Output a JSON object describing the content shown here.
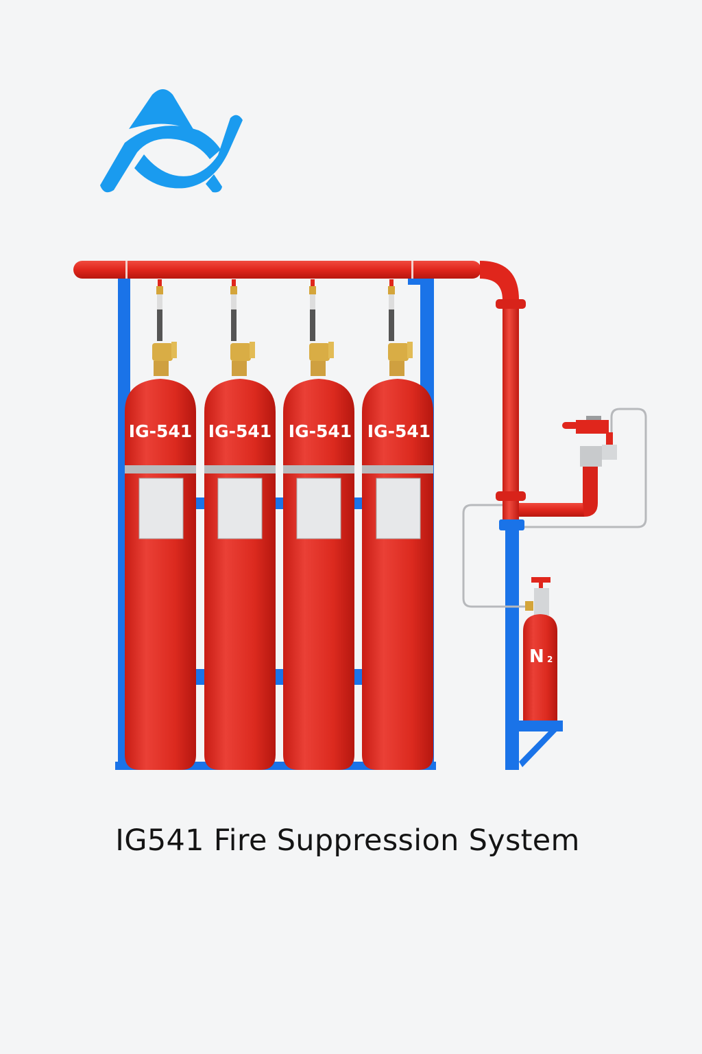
{
  "title": "IG541 Fire Suppression System",
  "logo": {
    "icon": "stylized-A-logo",
    "color": "#1a9bef"
  },
  "cylinders": [
    {
      "label": "IG-541"
    },
    {
      "label": "IG-541"
    },
    {
      "label": "IG-541"
    },
    {
      "label": "IG-541"
    }
  ],
  "pilot_cylinder": {
    "label": "N",
    "subscript": "2"
  },
  "colors": {
    "pipe": "#e0261c",
    "frame": "#1a73e8",
    "cylinder": "#dc2a1f",
    "background": "#f4f5f6"
  }
}
